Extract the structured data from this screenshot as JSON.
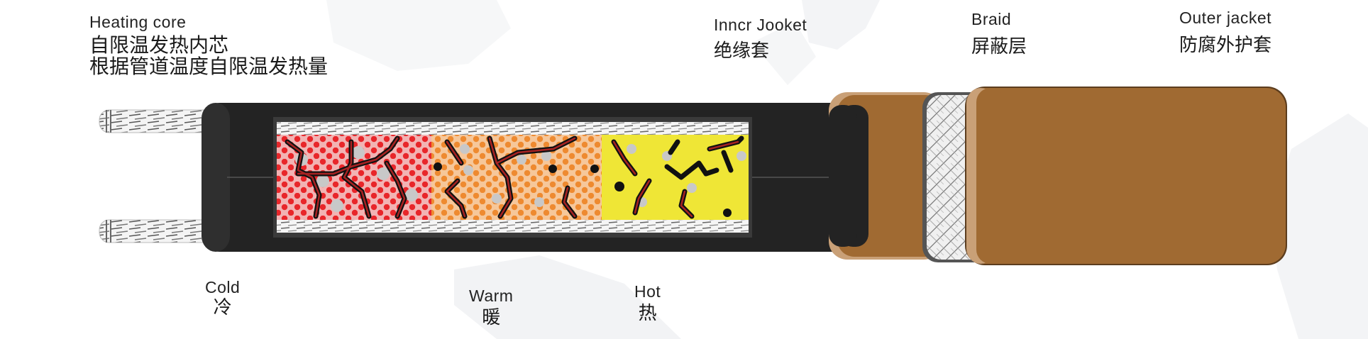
{
  "diagram": {
    "type": "heating-cable-cross-section",
    "colors": {
      "inner_jacket": "#232323",
      "outer_jacket": "#a06a32",
      "jacket_edge": "#c9a077",
      "braid": "#e8e8e8",
      "cold_zone": "#e8262a",
      "warm_zone": "#ee8a30",
      "hot_zone": "#efe636",
      "carbon_path": "#8a1a1a"
    }
  },
  "labels": {
    "heating_core": {
      "en": "Heating core",
      "zh_line1": "自限温发热内芯",
      "zh_line2": "根据管道温度自限温发热量"
    },
    "inner_jacket": {
      "en": "Inncr Jooket",
      "zh": "绝缘套"
    },
    "braid": {
      "en": "Braid",
      "zh": "屏蔽层"
    },
    "outer_jacket": {
      "en": "Outer jacket",
      "zh": "防腐外护套"
    },
    "cold": {
      "en": "Cold",
      "zh": "冷"
    },
    "warm": {
      "en": "Warm",
      "zh": "暖"
    },
    "hot": {
      "en": "Hot",
      "zh": "热"
    }
  }
}
